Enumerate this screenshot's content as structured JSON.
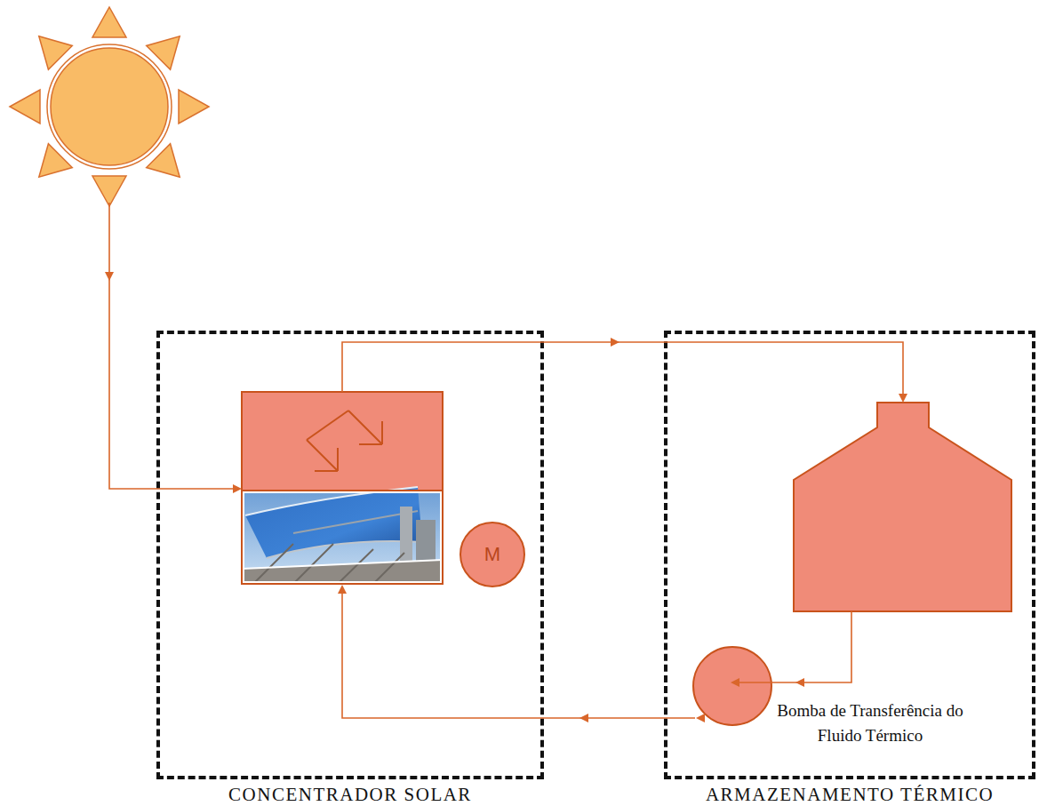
{
  "diagram": {
    "nodes": [
      {
        "text": [
          "CONCENTRADOR SOLAR"
        ]
      },
      {
        "text": [
          "M"
        ],
        "in": 0
      },
      {
        "text": [
          "ARMAZENAMENTO TÉRMICO"
        ]
      },
      {
        "text": [
          "Bomba de Transferência do Fluido Térmico"
        ],
        "in": 2
      }
    ]
  }
}
